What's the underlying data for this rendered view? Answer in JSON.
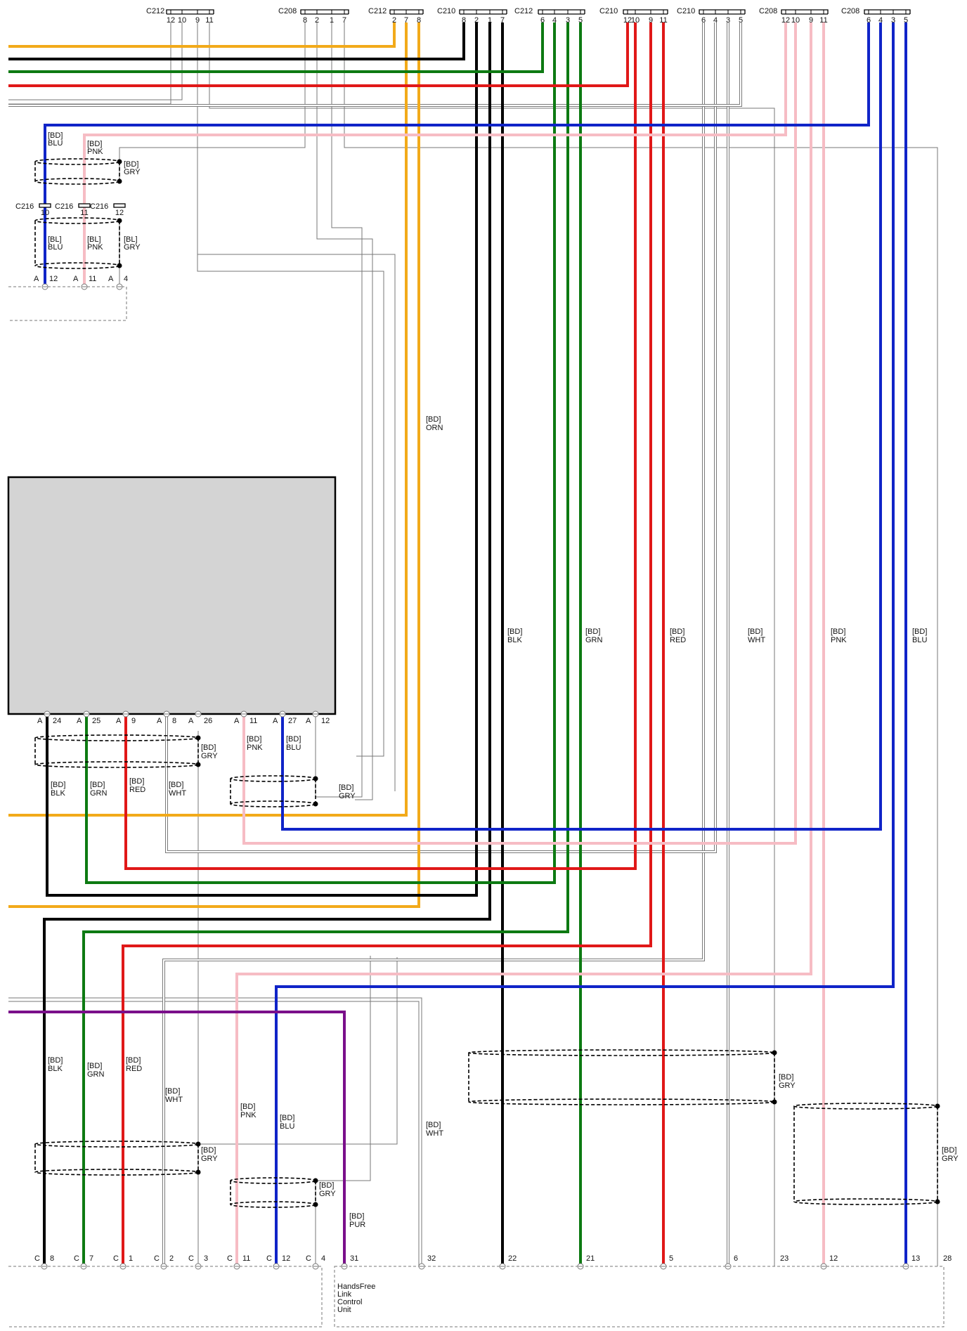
{
  "colors": {
    "BLU": "#1024c8",
    "PNK": "#f6bcc4",
    "GRY": "#8a8a8a",
    "ORN": "#f2aa1a",
    "BLK": "#000000",
    "GRN": "#0d7a12",
    "RED": "#e01818",
    "WHT": "#7a7a7a",
    "PUR": "#7a0f8a",
    "module_fill": "#d4d4d4"
  },
  "top_connectors": [
    {
      "id": "C212",
      "pins": [
        "12",
        "10",
        "9",
        "11"
      ]
    },
    {
      "id": "C208",
      "pins": [
        "8",
        "2",
        "1",
        "7"
      ]
    },
    {
      "id": "C212",
      "pins": [
        "2",
        "7",
        "8"
      ]
    },
    {
      "id": "C210",
      "pins": [
        "8",
        "2",
        "1",
        "7"
      ]
    },
    {
      "id": "C212",
      "pins": [
        "6",
        "4",
        "3",
        "5"
      ]
    },
    {
      "id": "C210",
      "pins": [
        "12",
        "10",
        "9",
        "11"
      ]
    },
    {
      "id": "C210",
      "pins": [
        "6",
        "4",
        "3",
        "5"
      ]
    },
    {
      "id": "C208",
      "pins": [
        "12",
        "10",
        "9",
        "11"
      ]
    },
    {
      "id": "C208",
      "pins": [
        "6",
        "4",
        "3",
        "5"
      ]
    }
  ],
  "c216_connectors": [
    {
      "id": "C216",
      "pin": "10"
    },
    {
      "id": "C216",
      "pin": "11"
    },
    {
      "id": "C216",
      "pin": "12"
    }
  ],
  "upper_left_pins": [
    {
      "row": "A",
      "num": "12"
    },
    {
      "row": "A",
      "num": "11"
    },
    {
      "row": "A",
      "num": "4"
    }
  ],
  "upper_left_labels": [
    {
      "pre": "[BD]",
      "color": "BLU"
    },
    {
      "pre": "[BD]",
      "color": "PNK"
    },
    {
      "pre": "[BD]",
      "color": "GRY"
    },
    {
      "pre": "[BL]",
      "color": "BLU"
    },
    {
      "pre": "[BL]",
      "color": "PNK"
    },
    {
      "pre": "[BL]",
      "color": "GRY"
    }
  ],
  "module_pins": [
    {
      "row": "A",
      "num": "24"
    },
    {
      "row": "A",
      "num": "25"
    },
    {
      "row": "A",
      "num": "9"
    },
    {
      "row": "A",
      "num": "8"
    },
    {
      "row": "A",
      "num": "26"
    },
    {
      "row": "A",
      "num": "11"
    },
    {
      "row": "A",
      "num": "27"
    },
    {
      "row": "A",
      "num": "12"
    }
  ],
  "wire_labels": [
    {
      "pre": "[BD]",
      "color": "ORN"
    },
    {
      "pre": "[BD]",
      "color": "BLK"
    },
    {
      "pre": "[BD]",
      "color": "GRN"
    },
    {
      "pre": "[BD]",
      "color": "RED"
    },
    {
      "pre": "[BD]",
      "color": "WHT"
    },
    {
      "pre": "[BD]",
      "color": "PNK"
    },
    {
      "pre": "[BD]",
      "color": "BLU"
    },
    {
      "pre": "[BD]",
      "color": "PNK"
    },
    {
      "pre": "[BD]",
      "color": "BLU"
    },
    {
      "pre": "[BD]",
      "color": "GRY"
    },
    {
      "pre": "[BD]",
      "color": "BLK"
    },
    {
      "pre": "[BD]",
      "color": "GRN"
    },
    {
      "pre": "[BD]",
      "color": "RED"
    },
    {
      "pre": "[BD]",
      "color": "WHT"
    },
    {
      "pre": "[BD]",
      "color": "GRY"
    },
    {
      "pre": "[BD]",
      "color": "BLK"
    },
    {
      "pre": "[BD]",
      "color": "GRN"
    },
    {
      "pre": "[BD]",
      "color": "RED"
    },
    {
      "pre": "[BD]",
      "color": "WHT"
    },
    {
      "pre": "[BD]",
      "color": "PNK"
    },
    {
      "pre": "[BD]",
      "color": "BLU"
    },
    {
      "pre": "[BD]",
      "color": "WHT"
    },
    {
      "pre": "[BD]",
      "color": "GRY"
    },
    {
      "pre": "[BD]",
      "color": "GRY"
    },
    {
      "pre": "[BD]",
      "color": "PUR"
    },
    {
      "pre": "[BD]",
      "color": "GRY"
    },
    {
      "pre": "[BD]",
      "color": "GRY"
    }
  ],
  "bottom_left_pins": [
    {
      "row": "C",
      "num": "8"
    },
    {
      "row": "C",
      "num": "7"
    },
    {
      "row": "C",
      "num": "1"
    },
    {
      "row": "C",
      "num": "2"
    },
    {
      "row": "C",
      "num": "3"
    },
    {
      "row": "C",
      "num": "11"
    },
    {
      "row": "C",
      "num": "12"
    },
    {
      "row": "C",
      "num": "4"
    }
  ],
  "bottom_right_pins": [
    "31",
    "32",
    "22",
    "21",
    "5",
    "6",
    "23",
    "12",
    "13",
    "28"
  ],
  "hfl_unit": {
    "lines": [
      "HandsFree",
      "Link",
      "Control",
      "Unit"
    ]
  }
}
